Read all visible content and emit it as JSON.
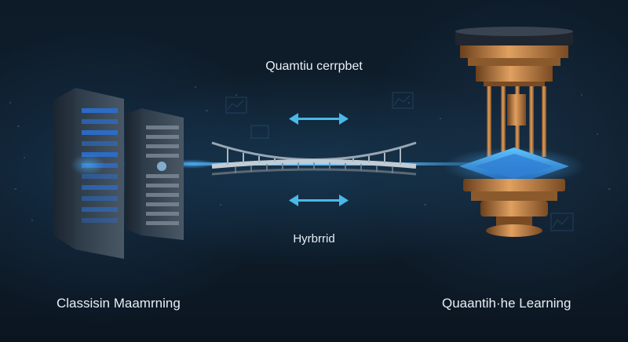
{
  "labels": {
    "top": "Quamtiu cerrpbet",
    "middle": "Hyrbrrid",
    "left": "Classisin Maamrning",
    "right": "Quaantih·he Learning"
  },
  "colors": {
    "background": "#0e1c29",
    "glow_blue": "#3aa7ff",
    "copper": "#c98a4a",
    "arrow": "#4ab8e8",
    "text": "#e8eef4"
  },
  "icons": {
    "left_object": "server-rack-icon",
    "right_object": "quantum-computer-chandelier-icon",
    "bridge": "suspension-bridge-icon"
  }
}
